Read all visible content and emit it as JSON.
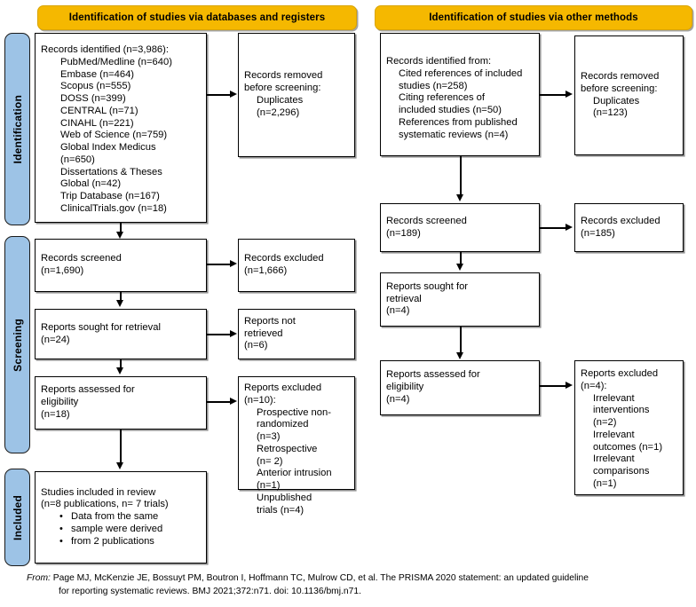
{
  "headers": {
    "left": "Identification of studies via databases and registers",
    "right": "Identification of studies via other methods"
  },
  "stages": [
    {
      "label": "Identification"
    },
    {
      "label": "Screening"
    },
    {
      "label": "Included"
    }
  ],
  "left_column": {
    "records_identified": {
      "title": "Records identified (n=3,986):",
      "sources": [
        "PubMed/Medline (n=640)",
        "Embase (n=464)",
        "Scopus (n=555)",
        "DOSS (n=399)",
        "CENTRAL (n=71)",
        "CINAHL (n=221)",
        "Web of Science (n=759)",
        "Global Index Medicus",
        "(n=650)",
        "Dissertations & Theses",
        "Global (n=42)",
        "Trip Database (n=167)",
        "ClinicalTrials.gov (n=18)"
      ]
    },
    "records_removed": {
      "line1": "Records removed",
      "line2": "before screening:",
      "line3": "Duplicates",
      "line4": "(n=2,296)"
    },
    "records_screened": {
      "line1": "Records screened",
      "line2": "(n=1,690)"
    },
    "records_excluded": {
      "line1": "Records excluded",
      "line2": "(n=1,666)"
    },
    "reports_sought": {
      "line1": "Reports sought for retrieval",
      "line2": "(n=24)"
    },
    "reports_not_retrieved": {
      "line1": "Reports not",
      "line2": "retrieved",
      "line3": "(n=6)"
    },
    "reports_assessed": {
      "line1": "Reports assessed for",
      "line2": "eligibility",
      "line3": "(n=18)"
    },
    "reports_excluded": {
      "line1": "Reports excluded",
      "line2": "(n=10):",
      "reasons": [
        "Prospective non-",
        "randomized",
        "(n=3)",
        "Retrospective",
        "(n= 2)",
        "Anterior intrusion",
        "(n=1)",
        "Unpublished",
        "trials (n=4)"
      ]
    },
    "studies_included": {
      "line1": "Studies included in review",
      "line2": "(n=8 publications, n= 7 trials)",
      "bullets": [
        "Data from the same",
        "sample were derived",
        "from 2 publications"
      ]
    }
  },
  "right_column": {
    "records_identified_from": {
      "title": "Records identified from:",
      "sources": [
        "Cited references of included",
        "studies (n=258)",
        "Citing references of",
        "included studies (n=50)",
        "References from published",
        "systematic reviews (n=4)"
      ]
    },
    "records_removed": {
      "line1": "Records removed",
      "line2": "before screening:",
      "line3": "Duplicates",
      "line4": "(n=123)"
    },
    "records_screened": {
      "line1": "Records screened",
      "line2": "(n=189)"
    },
    "records_excluded": {
      "line1": "Records excluded",
      "line2": "(n=185)"
    },
    "reports_sought": {
      "line1": "Reports sought for",
      "line2": "retrieval",
      "line3": "(n=4)"
    },
    "reports_assessed": {
      "line1": "Reports assessed for",
      "line2": "eligibility",
      "line3": "(n=4)"
    },
    "reports_excluded": {
      "line1": "Reports excluded",
      "line2": "(n=4):",
      "reasons": [
        "Irrelevant",
        "interventions",
        "(n=2)",
        "Irrelevant",
        "outcomes (n=1)",
        "Irrelevant",
        "comparisons",
        "(n=1)"
      ]
    }
  },
  "citation": {
    "label": "From:",
    "line1": "Page MJ, McKenzie JE, Bossuyt PM, Boutron I, Hoffmann TC, Mulrow CD, et al. The PRISMA 2020 statement: an updated guideline",
    "line2": "for reporting systematic reviews. BMJ 2021;372:n71. doi: 10.1136/bmj.n71."
  },
  "colors": {
    "header_yellow": "#f5b800",
    "stage_blue": "#9dc3e6",
    "box_border": "#000000",
    "page_background": "#ffffff"
  }
}
